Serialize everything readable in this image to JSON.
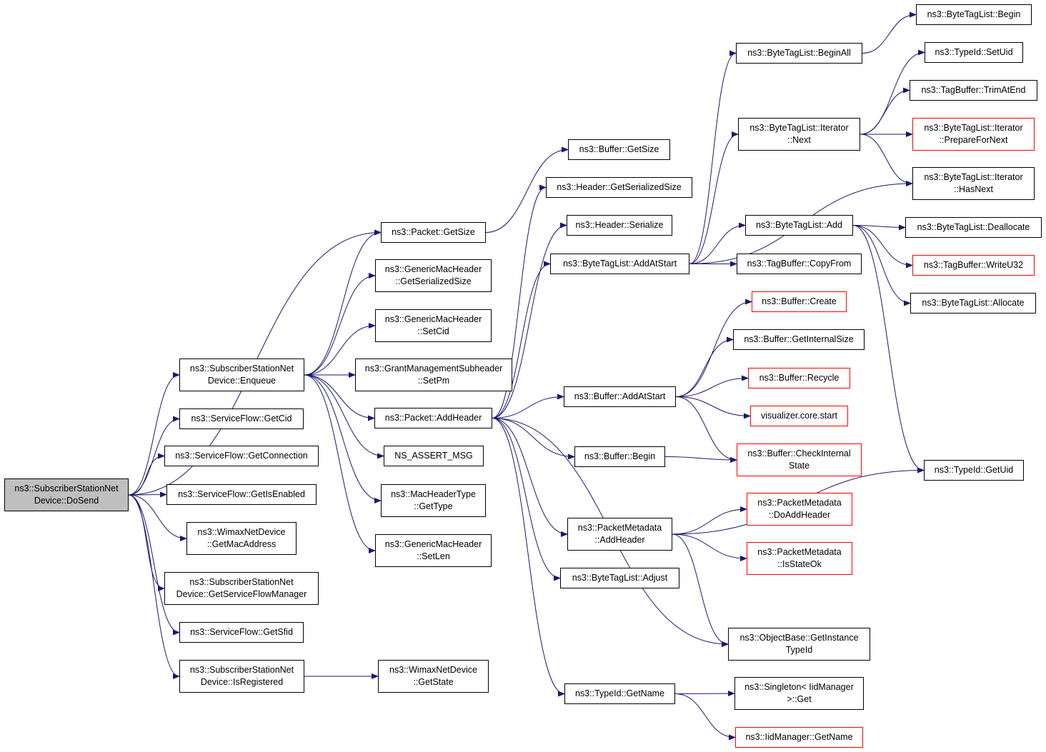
{
  "colors": {
    "edge": "#191970",
    "border": "#000000",
    "incomplete_border": "#ff0000",
    "root_fill": "#bfbfbf",
    "background": "#ffffff"
  },
  "nodes": {
    "dosend": {
      "line1": "ns3::SubscriberStationNet",
      "line2": "Device::DoSend"
    },
    "enqueue": {
      "line1": "ns3::SubscriberStationNet",
      "line2": "Device::Enqueue"
    },
    "sf_getcid": {
      "line1": "ns3::ServiceFlow::GetCid"
    },
    "sf_getconnection": {
      "line1": "ns3::ServiceFlow::GetConnection"
    },
    "sf_getisenabled": {
      "line1": "ns3::ServiceFlow::GetIsEnabled"
    },
    "wnd_getmacaddress": {
      "line1": "ns3::WimaxNetDevice",
      "line2": "::GetMacAddress"
    },
    "ssnd_getsfm": {
      "line1": "ns3::SubscriberStationNet",
      "line2": "Device::GetServiceFlowManager"
    },
    "sf_getsfid": {
      "line1": "ns3::ServiceFlow::GetSfid"
    },
    "ssnd_isregistered": {
      "line1": "ns3::SubscriberStationNet",
      "line2": "Device::IsRegistered"
    },
    "wnd_getstate": {
      "line1": "ns3::WimaxNetDevice",
      "line2": "::GetState"
    },
    "packet_getsize": {
      "line1": "ns3::Packet::GetSize"
    },
    "gmh_getserializedsize": {
      "line1": "ns3::GenericMacHeader",
      "line2": "::GetSerializedSize"
    },
    "gmh_setcid": {
      "line1": "ns3::GenericMacHeader",
      "line2": "::SetCid"
    },
    "gms_setpm": {
      "line1": "ns3::GrantManagementSubheader",
      "line2": "::SetPm"
    },
    "packet_addheader": {
      "line1": "ns3::Packet::AddHeader"
    },
    "ns_assert_msg": {
      "line1": "NS_ASSERT_MSG"
    },
    "mht_gettype": {
      "line1": "ns3::MacHeaderType",
      "line2": "::GetType"
    },
    "gmh_setlen": {
      "line1": "ns3::GenericMacHeader",
      "line2": "::SetLen"
    },
    "buffer_getsize": {
      "line1": "ns3::Buffer::GetSize"
    },
    "header_getserializedsize": {
      "line1": "ns3::Header::GetSerializedSize"
    },
    "header_serialize": {
      "line1": "ns3::Header::Serialize"
    },
    "btl_addatstart": {
      "line1": "ns3::ByteTagList::AddAtStart"
    },
    "buffer_addatstart": {
      "line1": "ns3::Buffer::AddAtStart"
    },
    "buffer_begin": {
      "line1": "ns3::Buffer::Begin"
    },
    "pm_addheader": {
      "line1": "ns3::PacketMetadata",
      "line2": "::AddHeader"
    },
    "btl_adjust": {
      "line1": "ns3::ByteTagList::Adjust"
    },
    "typeid_getname": {
      "line1": "ns3::TypeId::GetName"
    },
    "btl_beginall": {
      "line1": "ns3::ByteTagList::BeginAll"
    },
    "btl_iter_next": {
      "line1": "ns3::ByteTagList::Iterator",
      "line2": "::Next"
    },
    "btl_add": {
      "line1": "ns3::ByteTagList::Add"
    },
    "tagbuffer_copyfrom": {
      "line1": "ns3::TagBuffer::CopyFrom"
    },
    "buffer_create": {
      "line1": "ns3::Buffer::Create"
    },
    "buffer_getinternalsize": {
      "line1": "ns3::Buffer::GetInternalSize"
    },
    "buffer_recycle": {
      "line1": "ns3::Buffer::Recycle"
    },
    "visualizer_start": {
      "line1": "visualizer.core.start"
    },
    "buffer_checkinternalstate": {
      "line1": "ns3::Buffer::CheckInternal",
      "line2": "State"
    },
    "pm_doaddheader": {
      "line1": "ns3::PacketMetadata",
      "line2": "::DoAddHeader"
    },
    "pm_isstateok": {
      "line1": "ns3::PacketMetadata",
      "line2": "::IsStateOk"
    },
    "objectbase_getinstancetypeid": {
      "line1": "ns3::ObjectBase::GetInstance",
      "line2": "TypeId"
    },
    "singleton_get": {
      "line1": "ns3::Singleton< IidManager",
      "line2": ">::Get"
    },
    "iidmanager_getname": {
      "line1": "ns3::IidManager::GetName"
    },
    "btl_begin": {
      "line1": "ns3::ByteTagList::Begin"
    },
    "typeid_setuid": {
      "line1": "ns3::TypeId::SetUid"
    },
    "tagbuffer_trimatend": {
      "line1": "ns3::TagBuffer::TrimAtEnd"
    },
    "btl_iter_preparefornext": {
      "line1": "ns3::ByteTagList::Iterator",
      "line2": "::PrepareForNext"
    },
    "btl_iter_hasnext": {
      "line1": "ns3::ByteTagList::Iterator",
      "line2": "::HasNext"
    },
    "btl_deallocate": {
      "line1": "ns3::ByteTagList::Deallocate"
    },
    "tagbuffer_writeu32": {
      "line1": "ns3::TagBuffer::WriteU32"
    },
    "btl_allocate": {
      "line1": "ns3::ByteTagList::Allocate"
    },
    "typeid_getuid": {
      "line1": "ns3::TypeId::GetUid"
    }
  },
  "edges": [
    [
      "dosend",
      "packet_getsize"
    ],
    [
      "dosend",
      "enqueue"
    ],
    [
      "dosend",
      "sf_getcid"
    ],
    [
      "dosend",
      "sf_getconnection"
    ],
    [
      "dosend",
      "sf_getisenabled"
    ],
    [
      "dosend",
      "wnd_getmacaddress"
    ],
    [
      "dosend",
      "ssnd_getsfm"
    ],
    [
      "dosend",
      "sf_getsfid"
    ],
    [
      "dosend",
      "ssnd_isregistered"
    ],
    [
      "enqueue",
      "packet_getsize"
    ],
    [
      "enqueue",
      "gmh_getserializedsize"
    ],
    [
      "enqueue",
      "gmh_setcid"
    ],
    [
      "enqueue",
      "gms_setpm"
    ],
    [
      "enqueue",
      "packet_addheader"
    ],
    [
      "enqueue",
      "ns_assert_msg"
    ],
    [
      "enqueue",
      "mht_gettype"
    ],
    [
      "enqueue",
      "gmh_setlen"
    ],
    [
      "ssnd_isregistered",
      "wnd_getstate"
    ],
    [
      "packet_getsize",
      "buffer_getsize"
    ],
    [
      "packet_addheader",
      "header_getserializedsize"
    ],
    [
      "packet_addheader",
      "header_serialize"
    ],
    [
      "packet_addheader",
      "btl_addatstart"
    ],
    [
      "packet_addheader",
      "buffer_addatstart"
    ],
    [
      "packet_addheader",
      "buffer_begin"
    ],
    [
      "packet_addheader",
      "pm_addheader"
    ],
    [
      "packet_addheader",
      "btl_adjust"
    ],
    [
      "packet_addheader",
      "objectbase_getinstancetypeid"
    ],
    [
      "packet_addheader",
      "typeid_getname"
    ],
    [
      "btl_addatstart",
      "btl_beginall"
    ],
    [
      "btl_addatstart",
      "btl_iter_next"
    ],
    [
      "btl_addatstart",
      "btl_iter_hasnext"
    ],
    [
      "btl_addatstart",
      "btl_add"
    ],
    [
      "btl_addatstart",
      "tagbuffer_copyfrom"
    ],
    [
      "btl_beginall",
      "btl_begin"
    ],
    [
      "btl_iter_next",
      "typeid_setuid"
    ],
    [
      "btl_iter_next",
      "tagbuffer_trimatend"
    ],
    [
      "btl_iter_next",
      "btl_iter_preparefornext"
    ],
    [
      "btl_iter_next",
      "btl_iter_hasnext"
    ],
    [
      "btl_add",
      "btl_deallocate"
    ],
    [
      "btl_add",
      "tagbuffer_writeu32"
    ],
    [
      "btl_add",
      "btl_allocate"
    ],
    [
      "btl_add",
      "typeid_getuid"
    ],
    [
      "buffer_addatstart",
      "buffer_create"
    ],
    [
      "buffer_addatstart",
      "buffer_getinternalsize"
    ],
    [
      "buffer_addatstart",
      "buffer_recycle"
    ],
    [
      "buffer_addatstart",
      "visualizer_start"
    ],
    [
      "buffer_addatstart",
      "buffer_checkinternalstate"
    ],
    [
      "buffer_begin",
      "buffer_checkinternalstate"
    ],
    [
      "pm_addheader",
      "pm_doaddheader"
    ],
    [
      "pm_addheader",
      "pm_isstateok"
    ],
    [
      "pm_addheader",
      "typeid_getuid"
    ],
    [
      "pm_addheader",
      "objectbase_getinstancetypeid"
    ],
    [
      "typeid_getname",
      "singleton_get"
    ],
    [
      "typeid_getname",
      "iidmanager_getname"
    ]
  ]
}
